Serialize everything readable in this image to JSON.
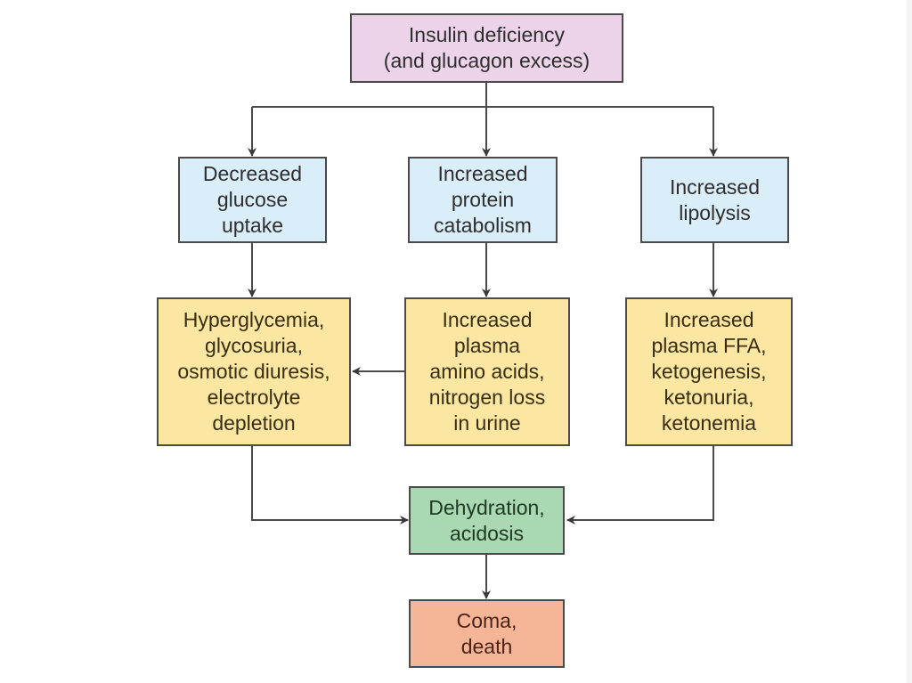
{
  "diagram": {
    "type": "flowchart",
    "colors": {
      "root": "#ecd3ea",
      "mechanism": "#daeef9",
      "consequence": "#fbe6a2",
      "convergence": "#a9d8b3",
      "outcome": "#f6b596",
      "line": "#4a4a4a"
    },
    "nodes": {
      "root": {
        "text": "Insulin deficiency\n(and glucagon excess)"
      },
      "glucose": {
        "text": "Decreased\nglucose\nuptake"
      },
      "protein": {
        "text": "Increased\nprotein\ncatabolism"
      },
      "lipolysis": {
        "text": "Increased\nlipolysis"
      },
      "hyperglycemia": {
        "text": "Hyperglycemia,\nglycosuria,\nosmotic diuresis,\nelectrolyte\ndepletion"
      },
      "amino": {
        "text": "Increased\nplasma\namino acids,\nnitrogen loss\nin urine"
      },
      "ffa": {
        "text": "Increased\nplasma FFA,\nketogenesis,\nketonuria,\nketonemia"
      },
      "dehydration": {
        "text": "Dehydration,\nacidosis"
      },
      "coma": {
        "text": "Coma,\ndeath"
      }
    },
    "edges": [
      {
        "from": "root",
        "to": "glucose"
      },
      {
        "from": "root",
        "to": "protein"
      },
      {
        "from": "root",
        "to": "lipolysis"
      },
      {
        "from": "glucose",
        "to": "hyperglycemia"
      },
      {
        "from": "protein",
        "to": "amino"
      },
      {
        "from": "lipolysis",
        "to": "ffa"
      },
      {
        "from": "amino",
        "to": "hyperglycemia"
      },
      {
        "from": "hyperglycemia",
        "to": "dehydration"
      },
      {
        "from": "ffa",
        "to": "dehydration"
      },
      {
        "from": "dehydration",
        "to": "coma"
      }
    ]
  }
}
